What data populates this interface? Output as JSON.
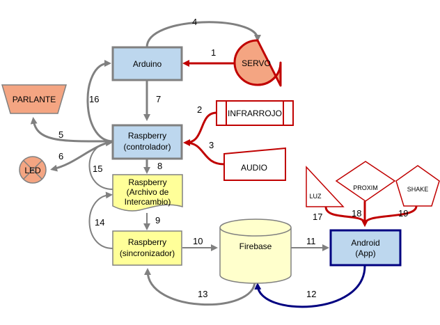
{
  "nodes": {
    "arduino": "Arduino",
    "servo": "SERVO",
    "parlante": "PARLANTE",
    "raspberry_ctrl_1": "Raspberry",
    "raspberry_ctrl_2": "(controlador)",
    "infrarrojo": "INFRARROJO",
    "audio": "AUDIO",
    "led": "LED",
    "archivo_1": "Raspberry",
    "archivo_2": "(Archivo de",
    "archivo_3": "Intercambio)",
    "raspberry_sync_1": "Raspberry",
    "raspberry_sync_2": "(sincronizador)",
    "firebase": "Firebase",
    "android_1": "Android",
    "android_2": "(App)",
    "luz": "LUZ",
    "proxim": "PROXIM",
    "shake": "SHAKE"
  },
  "edges": {
    "e1": "1",
    "e2": "2",
    "e3": "3",
    "e4": "4",
    "e5": "5",
    "e6": "6",
    "e7": "7",
    "e8": "8",
    "e9": "9",
    "e10": "10",
    "e11": "11",
    "e12": "12",
    "e13": "13",
    "e14": "14",
    "e15": "15",
    "e16": "16",
    "e17": "17",
    "e18": "18",
    "e19": "19"
  },
  "colors": {
    "gray_link": "#808080",
    "red_link": "#c00000",
    "blue_link": "#000080",
    "light_blue_fill": "#bdd7ee",
    "orange_fill": "#f4a582",
    "yellow_fill": "#ffff99",
    "light_yellow_fill": "#ffffcc"
  }
}
